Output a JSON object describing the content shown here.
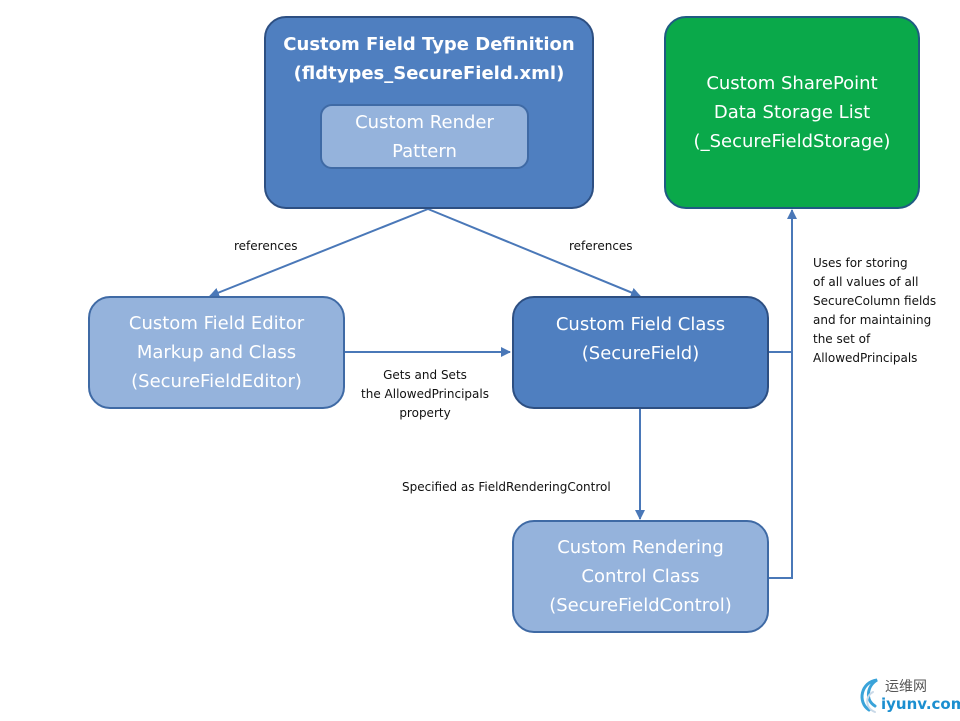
{
  "definition": {
    "title_line1": "Custom Field Type Definition",
    "title_line2": "(fldtypes_SecureField.xml)",
    "render_pattern_line1": "Custom Render",
    "render_pattern_line2": "Pattern"
  },
  "storage": {
    "line1": "Custom SharePoint",
    "line2": "Data Storage List",
    "line3": "(_SecureFieldStorage)"
  },
  "editor": {
    "line1": "Custom Field Editor",
    "line2": "Markup and Class",
    "line3": "(SecureFieldEditor)"
  },
  "field_class": {
    "line1": "Custom Field Class",
    "line2": "(SecureField)"
  },
  "rendering_control": {
    "line1": "Custom Rendering",
    "line2": "Control Class",
    "line3": "(SecureFieldControl)"
  },
  "labels": {
    "references_left": "references",
    "references_right": "references",
    "gets_sets_line1": "Gets and Sets",
    "gets_sets_line2": "the AllowedPrincipals",
    "gets_sets_line3": "property",
    "specified_as": "Specified as FieldRenderingControl",
    "uses_line1": "Uses  for storing",
    "uses_line2": "of all values of all",
    "uses_line3": "SecureColumn fields",
    "uses_line4": "and for maintaining",
    "uses_line5": "the set of",
    "uses_line6": "AllowedPrincipals"
  },
  "watermark": {
    "site_name": "运维网",
    "domain": "iyunv.com"
  },
  "colors": {
    "dark_box": "#4f7fc0",
    "light_box": "#95b3dc",
    "green_box": "#0aa94a",
    "border": "#2d4f82",
    "connector": "#4a78b8"
  }
}
